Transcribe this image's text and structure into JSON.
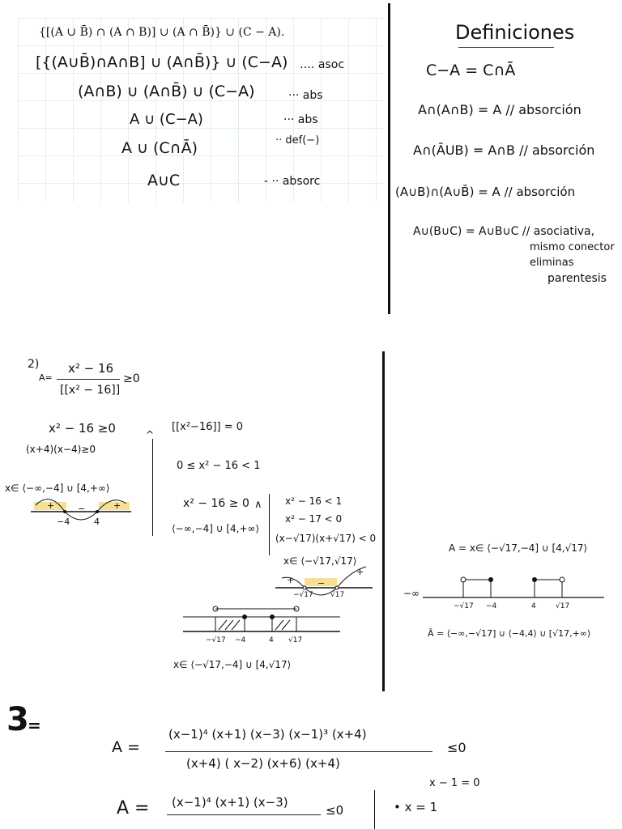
{
  "section1": {
    "header_formula": "{[(A ∪ B̄) ∩ (A ∩ B)] ∪ (A ∩ B̄)} ∪ (C − A).",
    "steps": [
      {
        "expr": "[{(A∪B̄)∩A∩B] ∪ (A∩B̄)} ∪ (C−A)",
        "note": "…. asoc"
      },
      {
        "expr": "(A∩B) ∪ (A∩B̄) ∪ (C−A)",
        "note": "··· abs"
      },
      {
        "expr": "A ∪ (C−A)",
        "note": "··· abs"
      },
      {
        "expr": "A ∪ (C∩Ā)",
        "note": "·· def(−)"
      },
      {
        "expr": "A∪C",
        "note": "- ·· absorc"
      }
    ]
  },
  "definitions": {
    "title": "Definiciones",
    "items": [
      "C−A = C∩Ā",
      "A∩(A∩B) = A // absorción",
      "A∩(ĀUB) = A∩B // absorción",
      "(A∪B)∩(A∪B̄) = A // absorción",
      "A∪(B∪C) = A∪B∪C // asociativa,"
    ],
    "note_lines": [
      "mismo conector",
      "eliminas",
      "parentesis"
    ]
  },
  "section2": {
    "label": "2)",
    "a_prefix": "A=",
    "numerator": "x² − 16",
    "denominator": "[[x² − 16]]",
    "relation": "≥0",
    "left": {
      "l1": "x² − 16 ≥0",
      "l2": "(x+4)(x−4)≥0",
      "result": "x∈ ⟨−∞,−4] ∪ [4,+∞⟩",
      "signs": [
        "+",
        "−",
        "+"
      ],
      "ticks": [
        "−4",
        "4"
      ]
    },
    "and_symbol": "^",
    "middle": {
      "l1": "[[x²−16]] = 0",
      "l2": "0 ≤ x² − 16   < 1",
      "l3": "x² − 16 ≥ 0",
      "l4": "⟨−∞,−4] ∪ [4,+∞⟩",
      "wedge": "∧",
      "r1": "x² − 16 < 1",
      "r2": "x² − 17 < 0",
      "r3": "(x−√17)(x+√17) < 0",
      "r4": "x∈ ⟨−√17,√17⟩",
      "signs2": [
        "+",
        "−",
        "+"
      ],
      "ticks2": [
        "−√17",
        "√17"
      ],
      "ticks3": [
        "−√17",
        "−4",
        "4",
        "√17"
      ],
      "result": "x∈ ⟨−√17,−4] ∪ [4,√17⟩"
    },
    "right": {
      "a_result": "A = x∈ ⟨−√17,−4] ∪ [4,√17⟩",
      "minus_inf": "−∞",
      "ticks": [
        "−√17",
        "−4",
        "4",
        "√17"
      ],
      "complement": "Ā = ⟨−∞,−√17] ∪ ⟨−4,4⟩ ∪ [√17,+∞⟩"
    }
  },
  "section3": {
    "label": "3",
    "a_prefix": "A =",
    "numerator": "(x−1)⁴ (x+1) (x−3) (x−1)³ (x+4)",
    "denominator": "(x+4) ( x−2) (x+6) (x+4)",
    "relation": "≤0",
    "side1": "x − 1 = 0",
    "row2_prefix": "A =",
    "row2_numerator": "(x−1)⁴ (x+1) (x−3)",
    "row2_relation": "≤0",
    "row2_right": "• x = 1"
  }
}
